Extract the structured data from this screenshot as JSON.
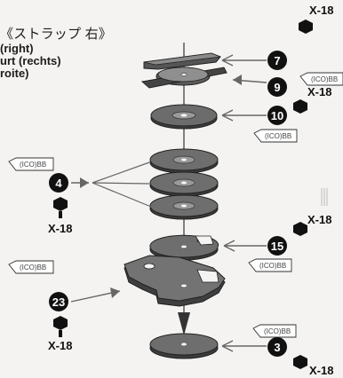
{
  "title": {
    "japanese": "《ストラップ 右》",
    "english": "(right)",
    "german": "urt (rechts)",
    "french": "roite)"
  },
  "callouts": {
    "c7": "7",
    "c9": "9",
    "c10": "10",
    "c4": "4",
    "c15": "15",
    "c23": "23",
    "c3": "3"
  },
  "hardware": {
    "x18_a": "X-18",
    "x18_b": "X-18",
    "x18_c": "X-18",
    "x18_d": "X-18",
    "x18_e": "X-18",
    "x18_f": "X-18"
  },
  "glue_tube_label": "(ICO)BB"
}
